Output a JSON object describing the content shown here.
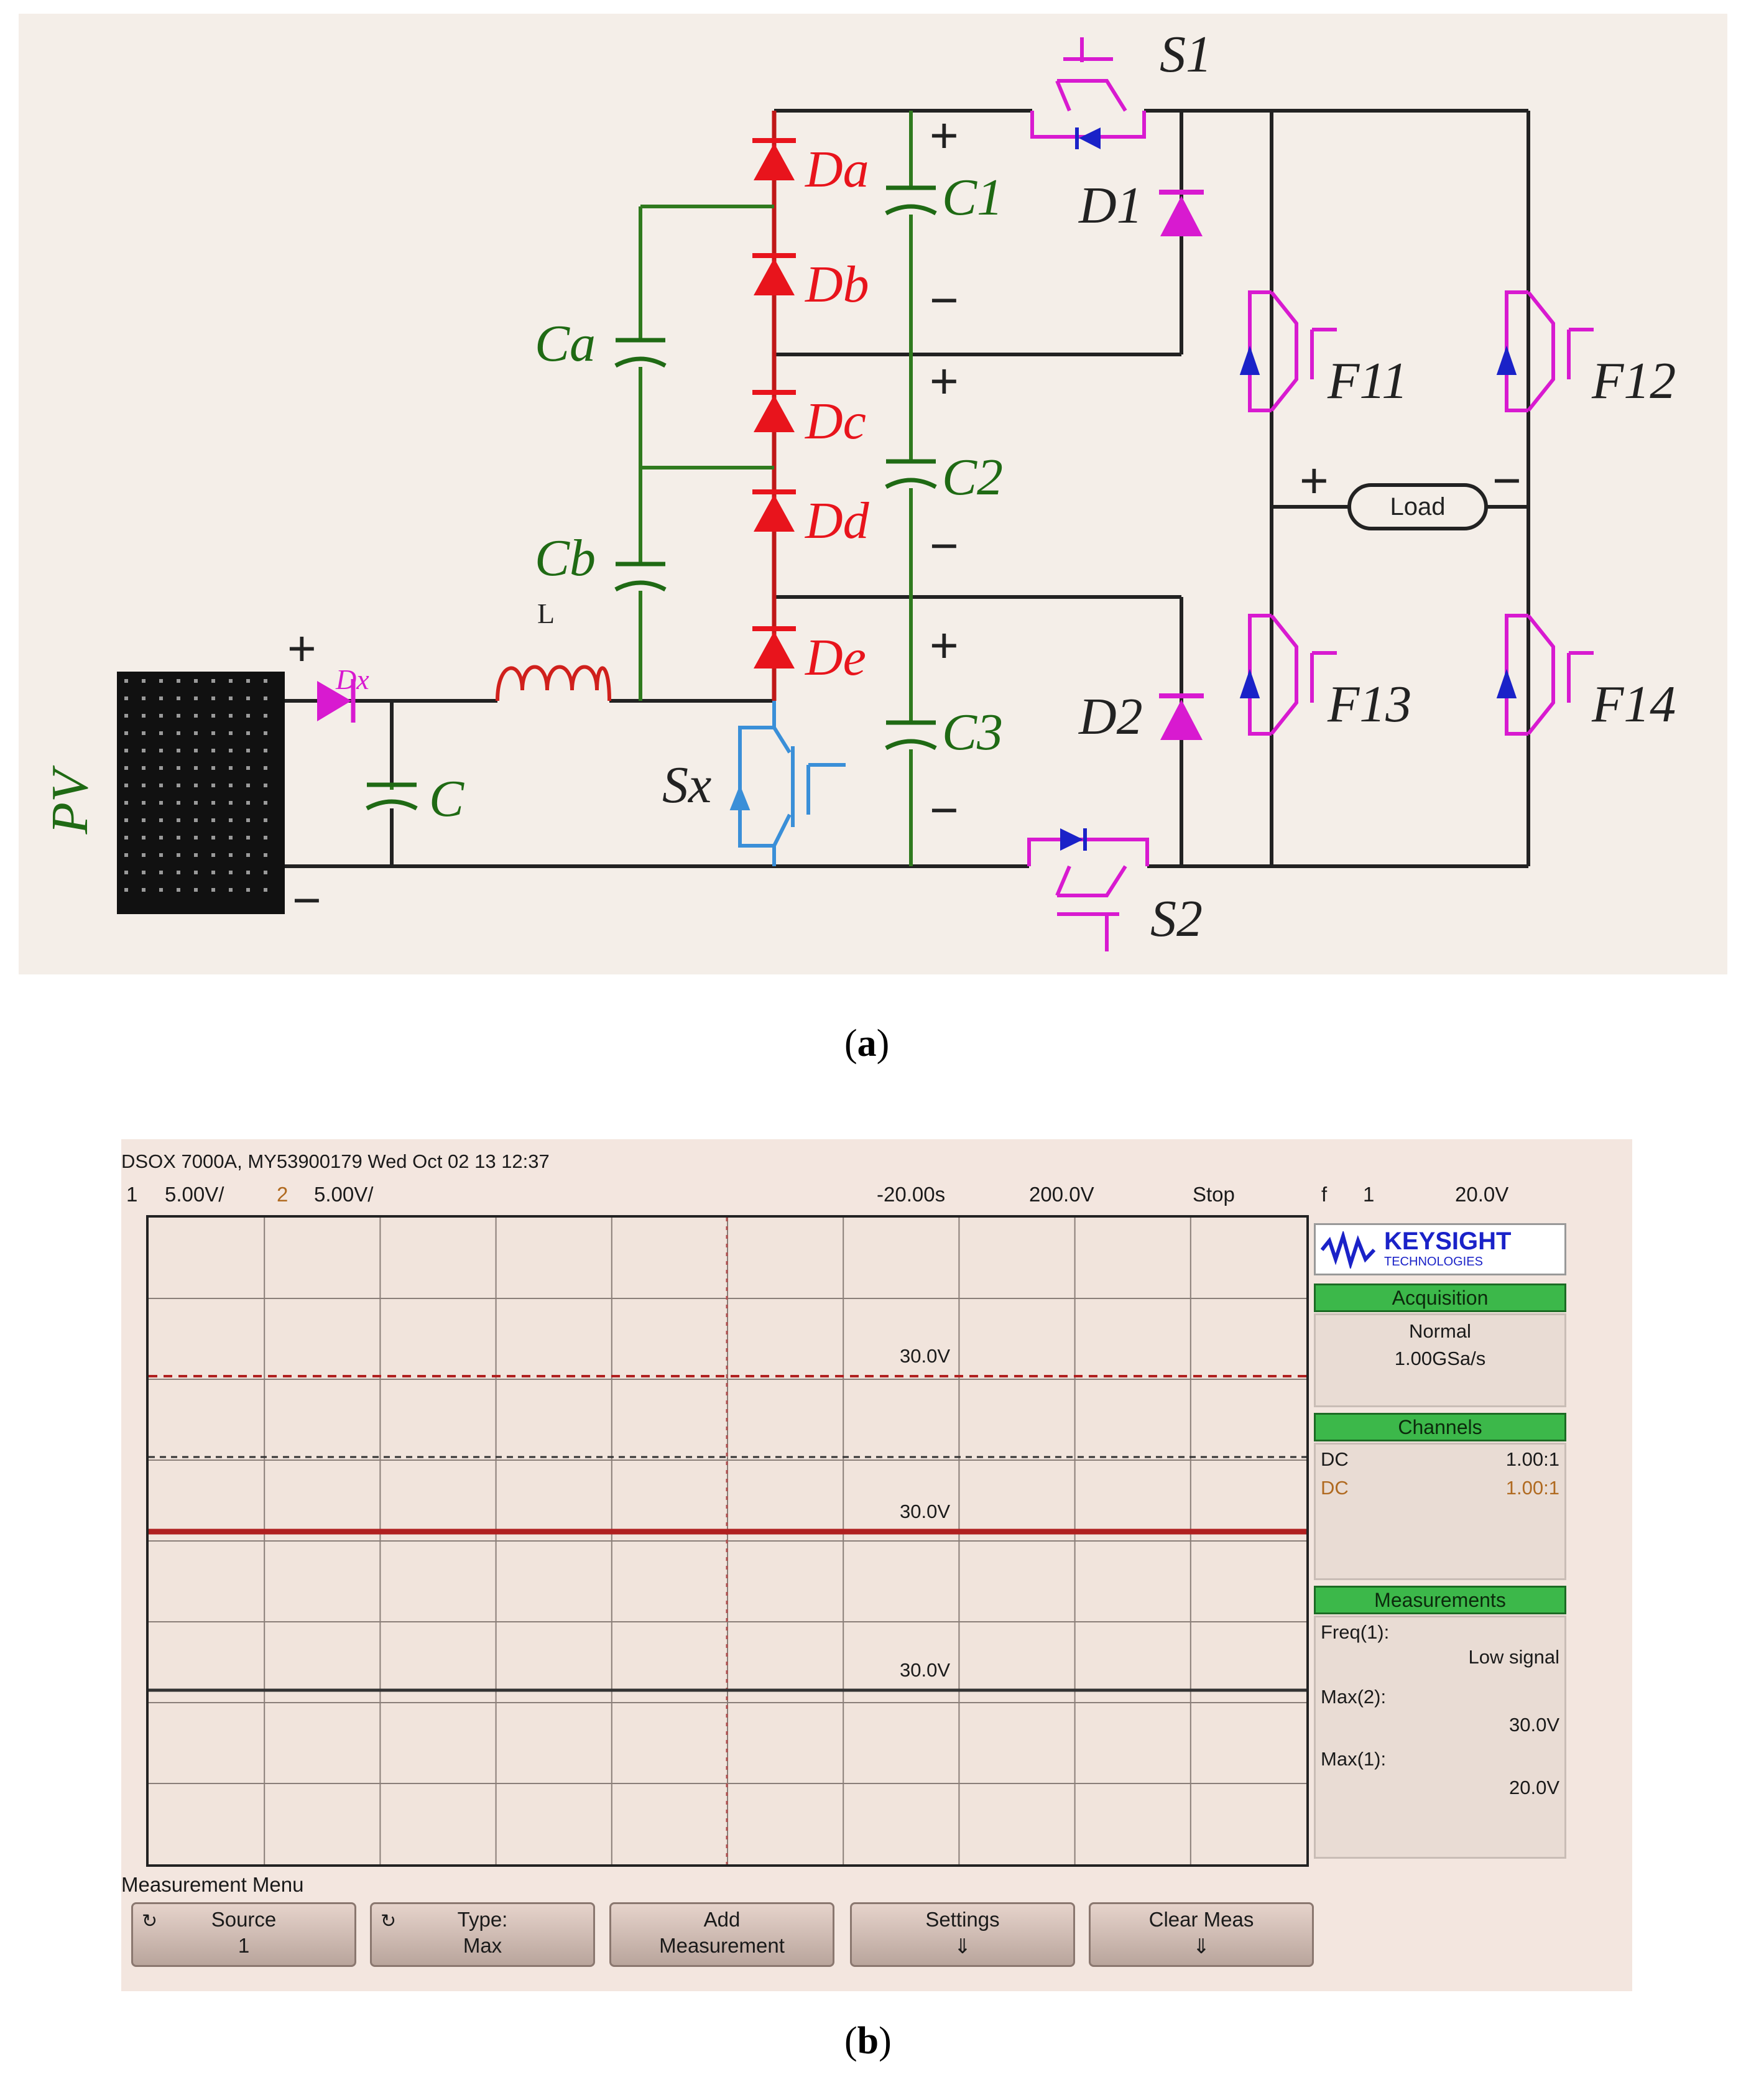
{
  "figure_a": {
    "labels": {
      "pv": "PV",
      "dx": "Dx",
      "l": "L",
      "c": "C",
      "ca": "Ca",
      "cb": "Cb",
      "da": "Da",
      "db": "Db",
      "dc": "Dc",
      "dd": "Dd",
      "de": "De",
      "c1": "C1",
      "c2": "C2",
      "c3": "C3",
      "sx": "Sx",
      "s1": "S1",
      "s2": "S2",
      "d1": "D1",
      "d2": "D2",
      "f11": "F11",
      "f12": "F12",
      "f13": "F13",
      "f14": "F14",
      "load": "Load",
      "plus": "+",
      "minus": "−"
    },
    "caption": "a"
  },
  "figure_b": {
    "header": {
      "model_line": "DSOX 7000A, MY53900179 Wed Oct 02 13 12:37",
      "ch1_num": "1",
      "ch1_scale": "5.00V/",
      "ch2_num": "2",
      "ch2_scale": "5.00V/",
      "time_offset": "-20.00s",
      "time_scale": "200.0V",
      "run_state": "Stop",
      "trigger_sym": "f",
      "trigger_ch": "1",
      "trigger_level": "20.0V"
    },
    "levels": [
      "30.0V",
      "30.0V",
      "30.0V"
    ],
    "brand": {
      "name": "KEYSIGHT",
      "sub": "TECHNOLOGIES"
    },
    "acquisition": {
      "title": "Acquisition",
      "mode": "Normal",
      "rate": "1.00GSa/s"
    },
    "channels": {
      "title": "Channels",
      "rows": [
        {
          "coupling": "DC",
          "value": "1.00:1"
        },
        {
          "coupling": "DC",
          "value": "1.00:1"
        }
      ]
    },
    "measurements": {
      "title": "Measurements",
      "items": [
        {
          "label": "Freq(1):",
          "value": "Low signal"
        },
        {
          "label": "Max(2):",
          "value": "30.0V"
        },
        {
          "label": "Max(1):",
          "value": "20.0V"
        }
      ]
    },
    "menu_title": "Measurement Menu",
    "softkeys": [
      {
        "line1": "Source",
        "line2": "1"
      },
      {
        "line1": "Type:",
        "line2": "Max"
      },
      {
        "line1": "Add",
        "line2": "Measurement"
      },
      {
        "line1": "Settings",
        "line2": ""
      },
      {
        "line1": "Clear Meas",
        "line2": ""
      }
    ],
    "caption": "b"
  },
  "colors": {
    "wire": "#222222",
    "green_wire": "#2f7a1e",
    "diode_red": "#e8141c",
    "switch_magenta": "#d81ad0",
    "diode_blue": "#1a22c8",
    "sx_blue": "#3a8fd8",
    "label_green": "#1f6a14",
    "trace": "#b02020",
    "panel_green": "#3cb84a"
  }
}
